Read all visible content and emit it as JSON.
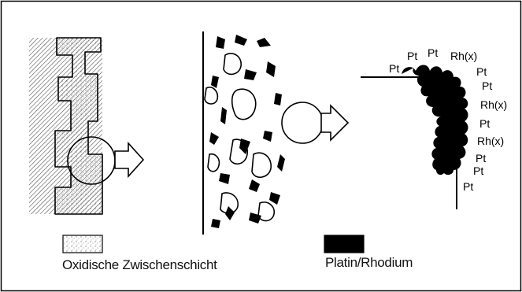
{
  "legend": {
    "oxide_label": "Oxidische Zwischenschicht",
    "metal_label": "Platin/Rhodium"
  },
  "crystal_labels": [
    {
      "text": "Pt"
    },
    {
      "text": "Pt"
    },
    {
      "text": "Pt"
    },
    {
      "text": "Rh(x)"
    },
    {
      "text": "Pt"
    },
    {
      "text": "Pt"
    },
    {
      "text": "Rh(x)"
    },
    {
      "text": "Pt"
    },
    {
      "text": "Rh(x)"
    },
    {
      "text": "Pt"
    },
    {
      "text": "Pt"
    },
    {
      "text": "Pt"
    }
  ],
  "colors": {
    "ink": "#000000",
    "background": "#ffffff"
  }
}
